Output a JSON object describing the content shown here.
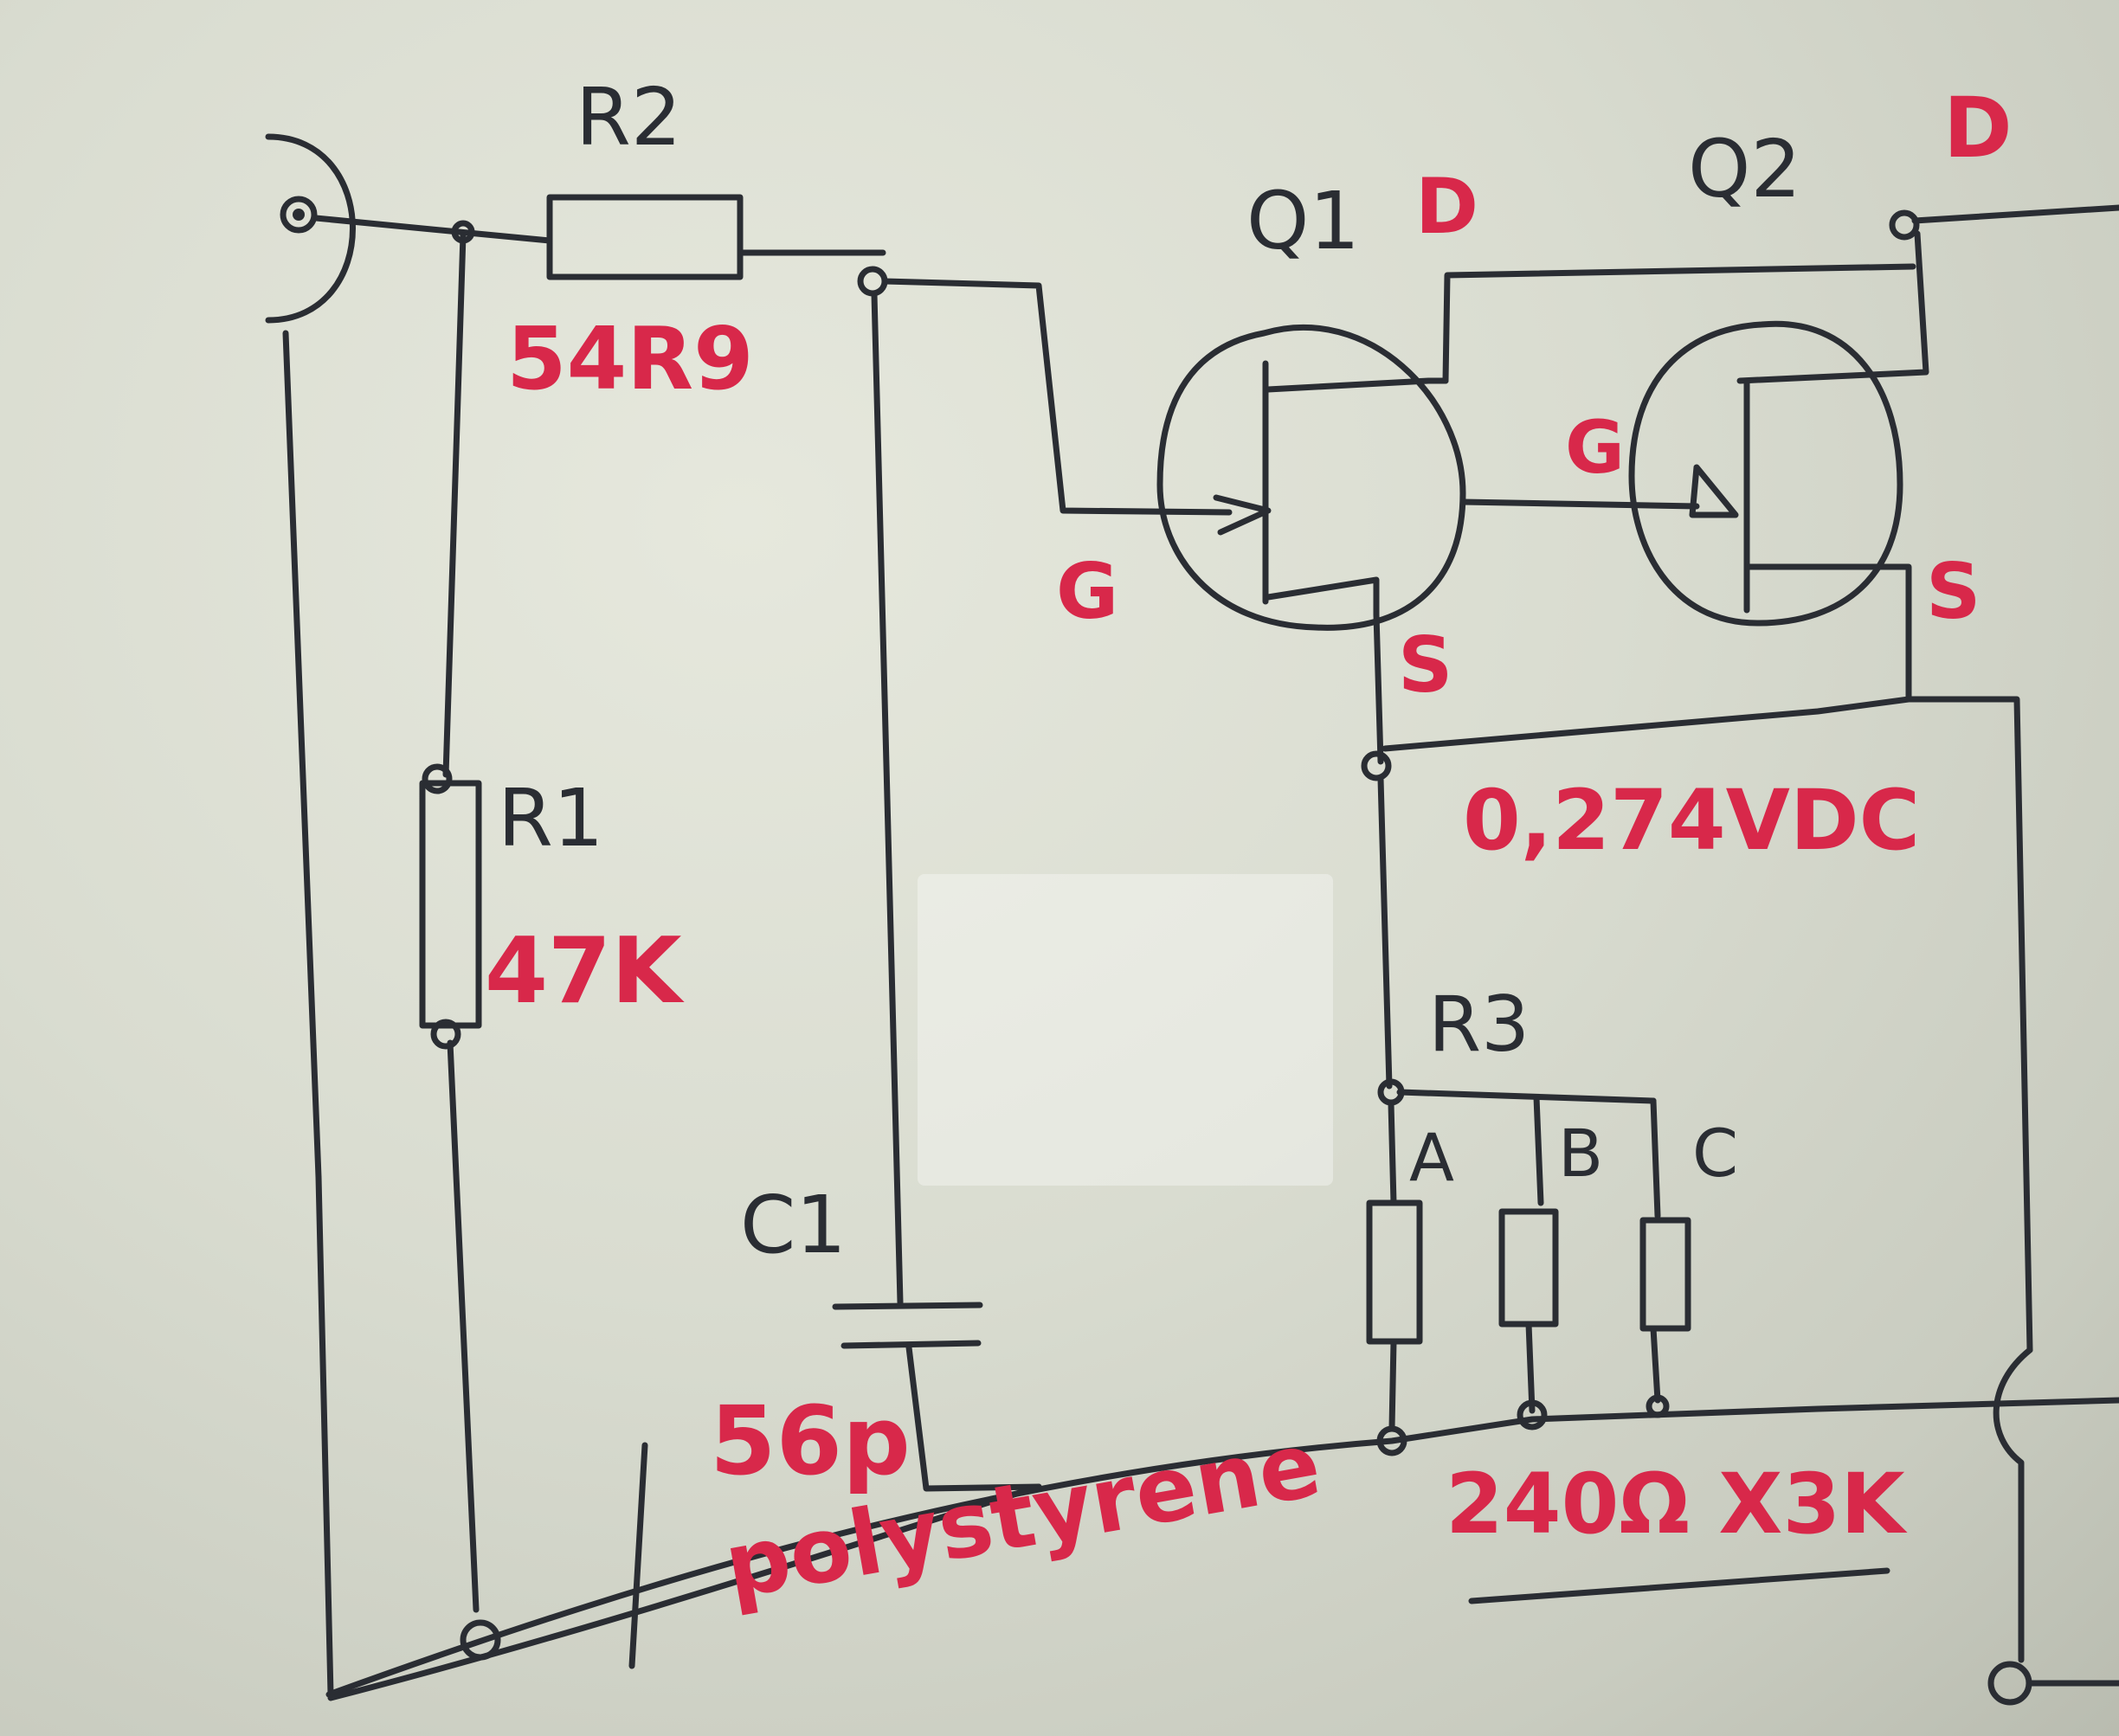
{
  "labels": {
    "r2_name": "R2",
    "r2_value": "54R9",
    "r1_name": "R1",
    "r1_value": "47K",
    "c1_name": "C1",
    "c1_value": "56p",
    "c1_type": "polystyrene",
    "q1_name": "Q1",
    "q2_name": "Q2",
    "q1_drain": "D",
    "q2_drain": "D",
    "q1_gate": "G",
    "q2_gate": "G",
    "q1_source": "S",
    "q2_source": "S",
    "source_voltage": "0,274VDC",
    "r3_name": "R3",
    "r3_branch_a": "A",
    "r3_branch_b": "B",
    "r3_branch_c": "C",
    "r3_value": "240Ω X3K"
  },
  "colors": {
    "ink_black": "#2a2d33",
    "ink_red": "#d8284a",
    "board": "#dcdfd4"
  }
}
